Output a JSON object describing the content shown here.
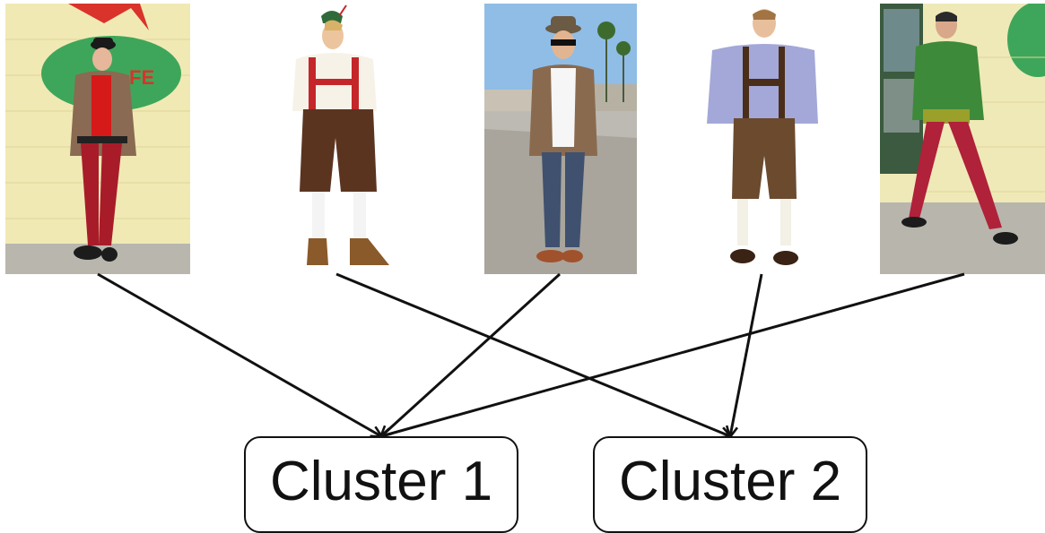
{
  "photos": [
    {
      "id": 1,
      "depicts": "skinny-jeans-outfit",
      "assigned_cluster": 1
    },
    {
      "id": 2,
      "depicts": "lederhosen-costume",
      "assigned_cluster": 2
    },
    {
      "id": 3,
      "depicts": "skinny-jeans-outfit",
      "assigned_cluster": 1
    },
    {
      "id": 4,
      "depicts": "lederhosen-costume",
      "assigned_cluster": 2
    },
    {
      "id": 5,
      "depicts": "skinny-jeans-outfit",
      "assigned_cluster": 1
    }
  ],
  "clusters": [
    {
      "label": "Cluster 1"
    },
    {
      "label": "Cluster 2"
    }
  ],
  "colors": {
    "arrow": "#111111",
    "box_border": "#111111",
    "background": "#ffffff"
  }
}
